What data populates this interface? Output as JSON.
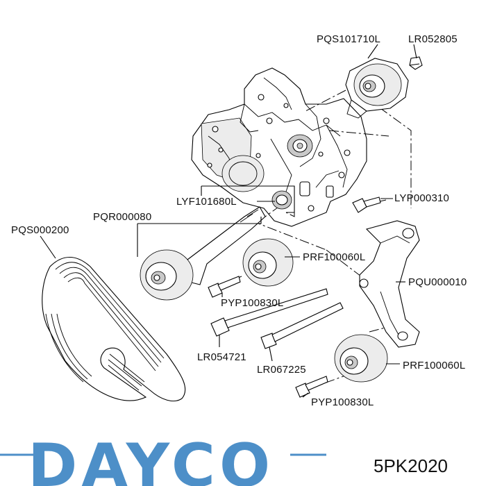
{
  "labels": {
    "tensioner_top": "PQS101710L",
    "bolt_top": "LR052805",
    "idler_small": "LYF101680L",
    "tensioner_left": "PQR000080",
    "belt": "PQS000200",
    "bolt_right": "LYP000310",
    "pulley_mid": "PRF100060L",
    "bracket": "PQU000010",
    "bolt_mid": "PYP100830L",
    "bolt_long_left": "LR054721",
    "bolt_long_right": "LR067225",
    "pulley_low": "PRF100060L",
    "bolt_low": "PYP100830L"
  },
  "brand": {
    "logo_text": "DAYCO",
    "logo_color": "#4d8fc8",
    "part_number": "5PK2020"
  }
}
